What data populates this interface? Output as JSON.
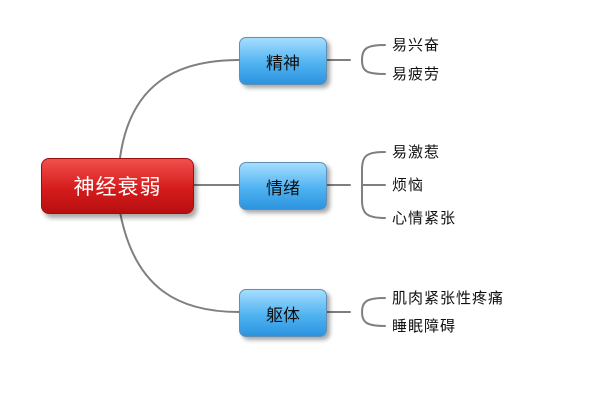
{
  "root": {
    "label": "神经衰弱"
  },
  "branches": [
    {
      "label": "精神",
      "items": [
        "易兴奋",
        "易疲劳"
      ]
    },
    {
      "label": "情绪",
      "items": [
        "易激惹",
        "烦恼",
        "心情紧张"
      ]
    },
    {
      "label": "躯体",
      "items": [
        "肌肉紧张性疼痛",
        "睡眠障碍"
      ]
    }
  ],
  "colors": {
    "root_fill": "#d51c1c",
    "branch_fill": "#4fb3f1",
    "connector": "#7f7f7f"
  }
}
